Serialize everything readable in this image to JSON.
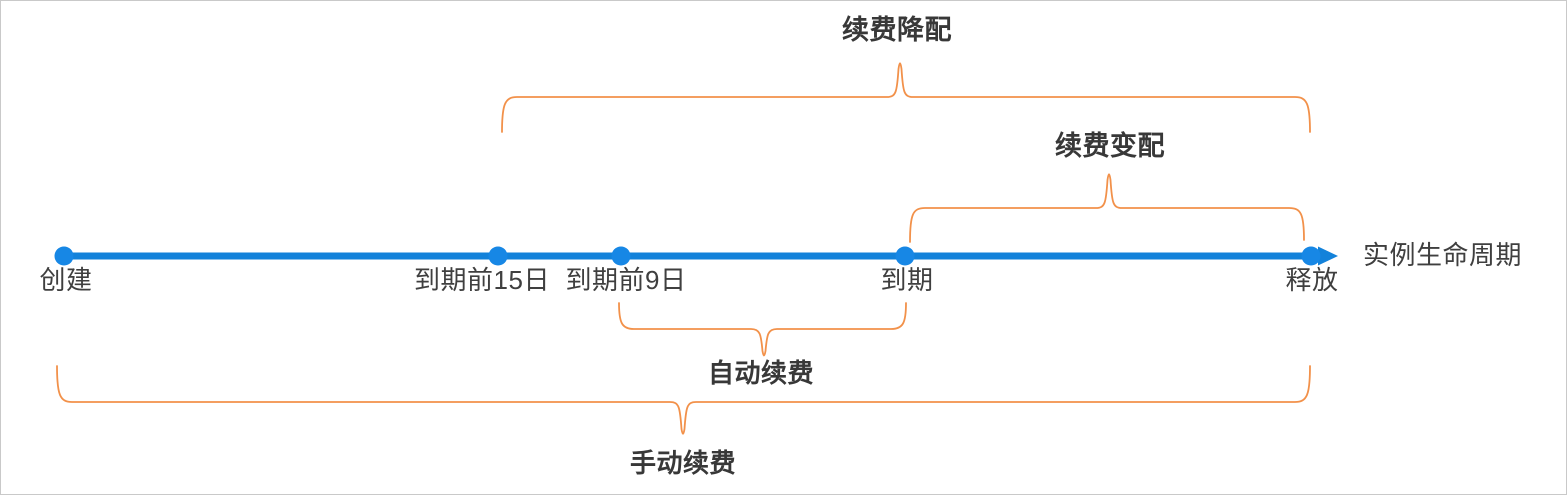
{
  "colors": {
    "timeline": "#1382DA",
    "dot": "#1787E5",
    "brace": "#F2914A",
    "label": "#3F3F3F",
    "span_label": "#383838",
    "border": "#C9C9C9",
    "background": "#FFFFFF"
  },
  "timeline": {
    "axis_label": "实例生命周期",
    "nodes": [
      {
        "id": "create",
        "label": "创建"
      },
      {
        "id": "before-expiry-15d",
        "label": "到期前15日"
      },
      {
        "id": "before-expiry-9d",
        "label": "到期前9日"
      },
      {
        "id": "expiry",
        "label": "到期"
      },
      {
        "id": "release",
        "label": "释放"
      }
    ]
  },
  "spans": [
    {
      "id": "renewal-downgrade",
      "label": "续费降配",
      "from": "到期前15日",
      "to": "释放",
      "side": "above"
    },
    {
      "id": "renewal-reconfigure",
      "label": "续费变配",
      "from": "到期",
      "to": "释放",
      "side": "above"
    },
    {
      "id": "auto-renewal",
      "label": "自动续费",
      "from": "到期前9日",
      "to": "到期",
      "side": "below"
    },
    {
      "id": "manual-renewal",
      "label": "手动续费",
      "from": "创建",
      "to": "释放",
      "side": "below"
    }
  ]
}
